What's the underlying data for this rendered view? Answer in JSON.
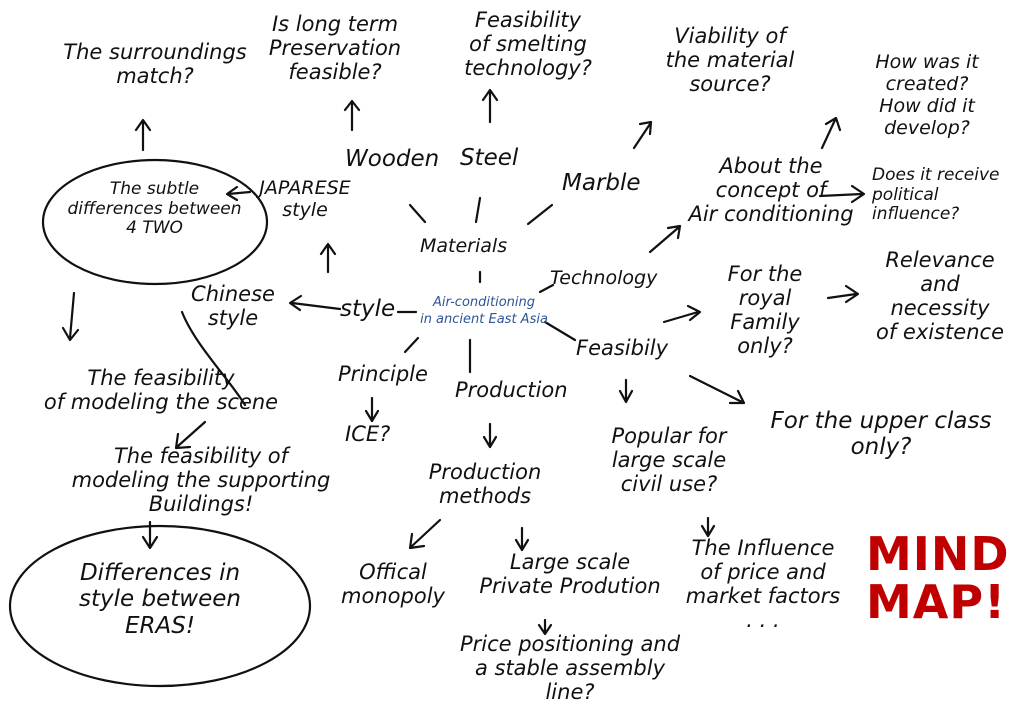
{
  "title": "MIND\nMAP!",
  "colors": {
    "ink": "#111111",
    "center_text": "#2f5597",
    "title": "#c00000",
    "background": "#ffffff"
  },
  "nodes": {
    "center": "Air-conditioning\nin ancient East Asia",
    "materials": "Materials",
    "wooden": "Wooden",
    "steel": "Steel",
    "marble": "Marble",
    "surroundings": "The surroundings\nmatch?",
    "preservation": "Is long term\nPreservation\nfeasible?",
    "smelting": "Feasibility\nof smelting\ntechnology?",
    "viability": "Viability of\nthe material\nsource?",
    "technology": "Technology",
    "concept": "About the\nconcept of\nAir conditioning",
    "created": "How was it\ncreated?\nHow did it\ndevelop?",
    "political": "Does it receive\npolitical influence?",
    "style": "style",
    "japanese": "JAPARESE\nstyle",
    "chinese": "Chinese\nstyle",
    "subtle": "The subtle\ndifferences between\n4 TWO",
    "model_scene": "The feasibility\nof modeling the scene",
    "model_buildings": "The feasibility of\nmodeling the supporting\nBuildings!",
    "eras": "Differences in\nstyle between\nERAS!",
    "principle": "Principle",
    "ice": "ICE?",
    "production": "Production",
    "methods": "Production\nmethods",
    "official": "Offical\nmonopoly",
    "large_private": "Large scale\nPrivate Prodution",
    "price": "Price positioning and\na stable assembly\nline?",
    "feasibility": "Feasibily",
    "royal": "For the\nroyal\nFamily only?",
    "relevance": "Relevance\nand\nnecessity\nof existence",
    "upper": "For the upper class\nonly?",
    "popular": "Popular for\nlarge scale\ncivil use?",
    "influence": "The Influence\nof price and\nmarket factors\n. . ."
  }
}
